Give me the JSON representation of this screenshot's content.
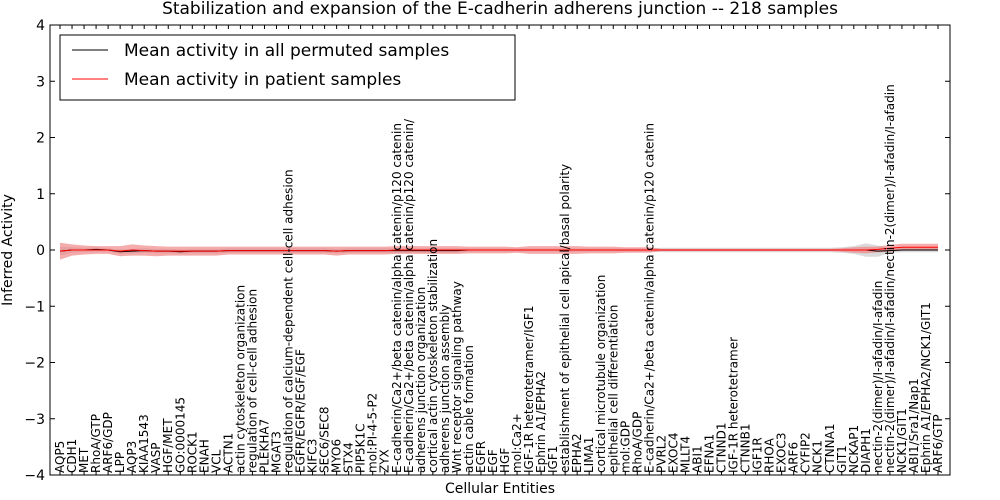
{
  "chart_data": {
    "type": "line",
    "title": "Stabilization and expansion of the E-cadherin adherens junction -- 218 samples",
    "xlabel": "Cellular Entities",
    "ylabel": "Inferred Activity",
    "ylim": [
      -4,
      4
    ],
    "yticks": [
      -4,
      -3,
      -2,
      -1,
      0,
      1,
      2,
      3,
      4
    ],
    "legend_position": "top-left",
    "categories": [
      "AQP5",
      "CDH1",
      "MET",
      "RhoA/GTP",
      "ARF6/GDP",
      "LPP",
      "AQP3",
      "KIAA1543",
      "VASP",
      "HGF/MET",
      "GO:0000145",
      "ROCK1",
      "ENAH",
      "VCL",
      "ACTN1",
      "actin cytoskeleton organization",
      "regulation of cell-cell adhesion",
      "PLEKHA7",
      "MGAT3",
      "regulation of calcium-dependent cell-cell adhesion",
      "EGFR/EGFR/EGF/EGF",
      "KIFC3",
      "SEC6/SEC8",
      "MYO6",
      "STX4",
      "PIP5K1C",
      "mol:PI-4-5-P2",
      "ZYX",
      "E-cadherin/Ca2+/beta catenin/alpha catenin/p120 catenin",
      "E-cadherin/Ca2+/beta catenin/alpha catenin/p120 catenin/",
      "adherens junction organization",
      "cortical actin cytoskeleton stabilization",
      "adherens junction assembly",
      "Wnt receptor signaling pathway",
      "actin cable formation",
      "EGFR",
      "EGF",
      "HGF",
      "mol:Ca2+",
      "IGF-1R heterotetramer/IGF1",
      "Ephrin A1/EPHA2",
      "IGF1",
      "establishment of epithelial cell apical/basal polarity",
      "EPHA2",
      "LIMA1",
      "cortical microtubule organization",
      "epithelial cell differentiation",
      "mol:GDP",
      "RhoA/GDP",
      "E-cadherin/Ca2+/beta catenin/alpha catenin/p120 catenin",
      "PVRL2",
      "EXOC4",
      "MLLT4",
      "ABI1",
      "EFNA1",
      "CTNND1",
      "IGF-1R heterotetramer",
      "CTNNB1",
      "IGF1R",
      "RHOA",
      "EXOC3",
      "ARF6",
      "CYFIP2",
      "NCK1",
      "CTNNA1",
      "GIT1",
      "NCKAP1",
      "DIAPH1",
      "nectin-2(dimer)/I-afadin/I-afadin",
      "nectin-2(dimer)/I-afadin/I-afadin/nectin-2(dimer)/I-afadin/I-afadin",
      "NCK1/GIT1",
      "ABI1/Sra1/Nap1",
      "Ephrin A1/EPHA2/NCK1/GIT1",
      "ARF6/GTP"
    ],
    "series": [
      {
        "name": "Mean activity in all permuted samples",
        "color": "#000000",
        "band_color": "#999999",
        "values": [
          -0.02,
          0.0,
          0.0,
          0.01,
          0.0,
          -0.03,
          -0.02,
          -0.01,
          -0.02,
          -0.02,
          -0.03,
          -0.02,
          -0.02,
          -0.02,
          -0.01,
          -0.01,
          -0.01,
          -0.01,
          -0.01,
          -0.01,
          -0.01,
          -0.01,
          -0.01,
          -0.02,
          -0.01,
          -0.01,
          -0.01,
          -0.01,
          -0.01,
          -0.01,
          -0.01,
          -0.01,
          -0.01,
          -0.01,
          0.0,
          0.0,
          0.0,
          0.0,
          0.0,
          0.0,
          0.0,
          0.0,
          0.0,
          0.0,
          0.0,
          0.0,
          0.0,
          0.0,
          0.0,
          0.0,
          0.0,
          0.0,
          0.0,
          0.0,
          0.0,
          0.0,
          0.0,
          0.0,
          0.0,
          0.0,
          0.0,
          0.0,
          0.0,
          0.0,
          0.0,
          0.0,
          0.0,
          0.0,
          -0.02,
          -0.01,
          0.0,
          0.0,
          0.0,
          0.0
        ],
        "spread": [
          0.08,
          0.05,
          0.04,
          0.04,
          0.03,
          0.04,
          0.04,
          0.04,
          0.04,
          0.04,
          0.04,
          0.04,
          0.04,
          0.04,
          0.04,
          0.04,
          0.04,
          0.04,
          0.04,
          0.04,
          0.04,
          0.04,
          0.04,
          0.04,
          0.04,
          0.04,
          0.04,
          0.04,
          0.04,
          0.04,
          0.04,
          0.04,
          0.04,
          0.04,
          0.03,
          0.03,
          0.03,
          0.03,
          0.03,
          0.03,
          0.03,
          0.03,
          0.03,
          0.03,
          0.03,
          0.03,
          0.03,
          0.03,
          0.03,
          0.03,
          0.04,
          0.04,
          0.04,
          0.04,
          0.04,
          0.04,
          0.04,
          0.04,
          0.04,
          0.04,
          0.04,
          0.04,
          0.04,
          0.04,
          0.04,
          0.05,
          0.07,
          0.12,
          0.1,
          0.04,
          0.04,
          0.04,
          0.04,
          0.04
        ]
      },
      {
        "name": "Mean activity in patient samples",
        "color": "#ff0000",
        "band_color": "#f08080",
        "values": [
          -0.02,
          0.0,
          0.0,
          0.0,
          0.0,
          -0.02,
          0.0,
          -0.01,
          -0.02,
          -0.02,
          -0.02,
          -0.02,
          -0.02,
          -0.02,
          -0.01,
          -0.01,
          -0.01,
          -0.01,
          -0.01,
          -0.01,
          -0.01,
          -0.01,
          -0.01,
          -0.02,
          -0.01,
          -0.01,
          -0.01,
          -0.01,
          0.0,
          0.0,
          0.0,
          0.0,
          0.0,
          0.0,
          0.0,
          0.0,
          0.0,
          0.0,
          0.0,
          0.0,
          0.0,
          0.0,
          0.0,
          0.0,
          0.0,
          0.0,
          0.0,
          0.0,
          0.0,
          0.0,
          0.0,
          0.0,
          0.0,
          0.0,
          0.0,
          0.0,
          0.0,
          0.0,
          0.0,
          0.0,
          0.0,
          0.0,
          0.0,
          0.0,
          0.0,
          0.0,
          0.0,
          0.0,
          0.01,
          0.03,
          0.05,
          0.05,
          0.05,
          0.05
        ],
        "spread": [
          0.15,
          0.1,
          0.08,
          0.07,
          0.07,
          0.09,
          0.1,
          0.09,
          0.09,
          0.08,
          0.08,
          0.08,
          0.08,
          0.08,
          0.07,
          0.07,
          0.07,
          0.07,
          0.07,
          0.07,
          0.07,
          0.07,
          0.07,
          0.08,
          0.07,
          0.07,
          0.07,
          0.07,
          0.07,
          0.07,
          0.07,
          0.07,
          0.07,
          0.07,
          0.06,
          0.06,
          0.06,
          0.06,
          0.05,
          0.07,
          0.07,
          0.07,
          0.07,
          0.07,
          0.06,
          0.06,
          0.06,
          0.05,
          0.05,
          0.05,
          0.02,
          0.02,
          0.02,
          0.02,
          0.02,
          0.02,
          0.02,
          0.02,
          0.02,
          0.02,
          0.02,
          0.02,
          0.02,
          0.02,
          0.02,
          0.03,
          0.05,
          0.06,
          0.05,
          0.06,
          0.06,
          0.06,
          0.06,
          0.06
        ]
      }
    ]
  }
}
